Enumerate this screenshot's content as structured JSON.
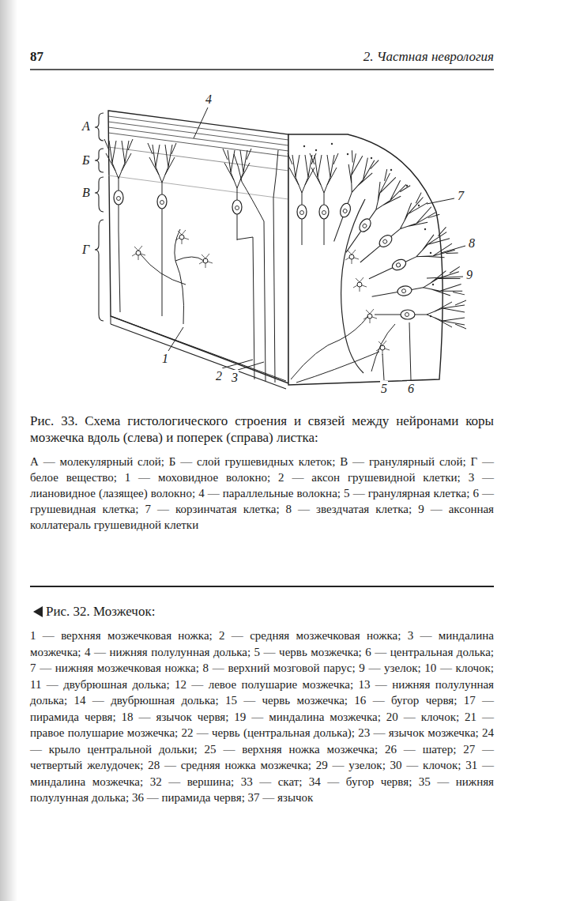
{
  "diagram": {
    "caption": "Рис. 33. Схема гистологического строения и связей между нейронами коры мозжечка вдоль (слева) и поперек (справа) листка:",
    "labels": [
      "87",
      "2. Частная неврология",
      "4",
      "А",
      "Б",
      "В",
      "Г",
      "7",
      "8",
      "9",
      "1",
      "2",
      "3",
      "5",
      "6",
      "А — молекулярный слой; Б — слой грушевидных клеток; В — гранулярный слой; Г — белое вещество; 1 — моховидное волокно; 2 — аксон грушевидной клетки; 3 — лиановидное (лазящее) волокно; 4 — параллельные волокна; 5 — гранулярная клетка; 6 — грушевидная клетка; 7 — корзинчатая клетка; 8 — звездчатая клетка; 9 — аксонная коллатераль грушевидной клетки",
      "Рис. 32. Мозжечок:",
      "1 — верхняя мозжечковая ножка; 2 — средняя мозжечковая ножка; 3 — миндалина мозжечка; 4 — нижняя полулунная долька; 5 — червь мозжечка; 6 — центральная долька; 7 — нижняя мозжечковая ножка; 8 — верхний мозговой парус; 9 — узелок; 10 — клочок; 11 — двубрюшная долька; 12 — левое полушарие мозжечка; 13 — нижняя полулунная долька; 14 — двубрюшная долька; 15 — червь мозжечка; 16 — бугор червя; 17 — пирамида червя; 18 — язычок червя; 19 — миндалина мозжечка; 20 — клочок; 21 — правое полушарие мозжечка; 22 — червь (центральная долька); 23 — язычок мозжечка; 24 — крыло центральной дольки; 25 — верхняя ножка мозжечка; 26 — шатер; 27 — четвертый желудочек; 28 — средняя ножка мозжечка; 29 — узелок; 30 — клочок; 31 — миндалина мозжечка; 32 — вершина; 33 — скат; 34 — бугор червя; 35 — нижняя полулунная долька; 36 — пирамида червя; 37 — язычок"
    ]
  }
}
